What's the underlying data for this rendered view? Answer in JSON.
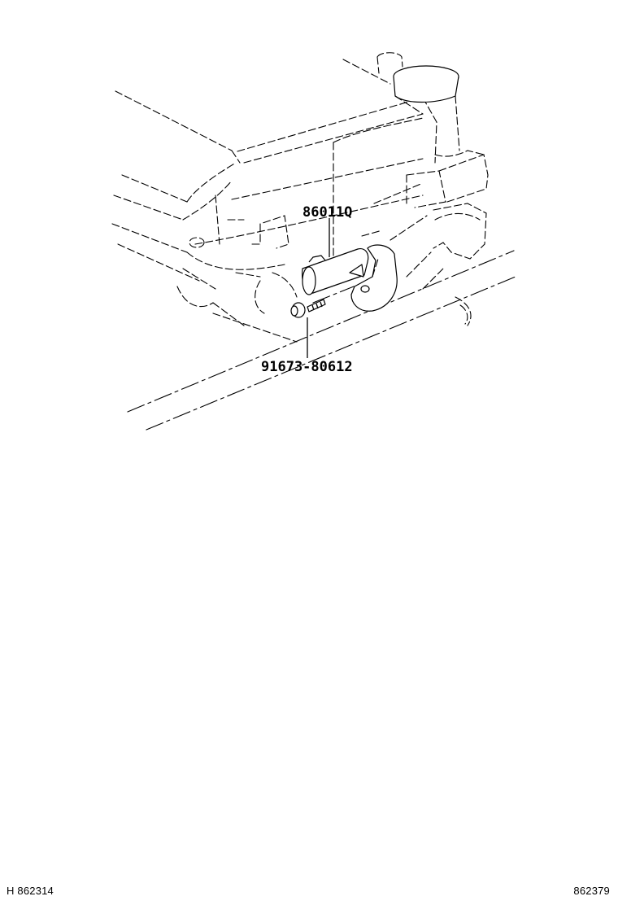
{
  "callouts": {
    "part_main": "86011Q",
    "part_bolt": "91673-80612"
  },
  "footer": {
    "left_code": "H 862314",
    "right_code": "862379"
  }
}
